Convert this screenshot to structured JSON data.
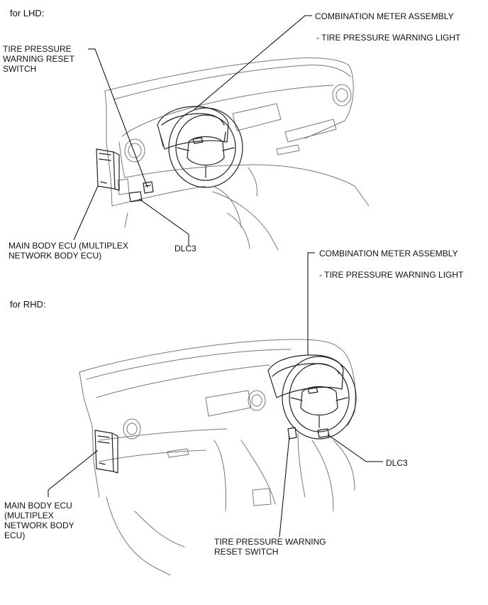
{
  "lhd": {
    "heading": "for LHD:",
    "combination_meter": "COMBINATION METER ASSEMBLY",
    "warning_light": "- TIRE PRESSURE WARNING LIGHT",
    "reset_switch": [
      "TIRE PRESSURE",
      "WARNING RESET",
      "SWITCH"
    ],
    "main_body_ecu": [
      "MAIN BODY ECU (MULTIPLEX",
      "NETWORK BODY ECU)"
    ],
    "dlc3": "DLC3"
  },
  "rhd": {
    "heading": "for RHD:",
    "combination_meter": "COMBINATION METER ASSEMBLY",
    "warning_light": "- TIRE PRESSURE WARNING LIGHT",
    "dlc3": "DLC3",
    "main_body_ecu": [
      "MAIN BODY ECU",
      "(MULTIPLEX",
      "NETWORK BODY",
      "ECU)"
    ],
    "reset_switch": [
      "TIRE PRESSURE WARNING",
      "RESET SWITCH"
    ]
  }
}
